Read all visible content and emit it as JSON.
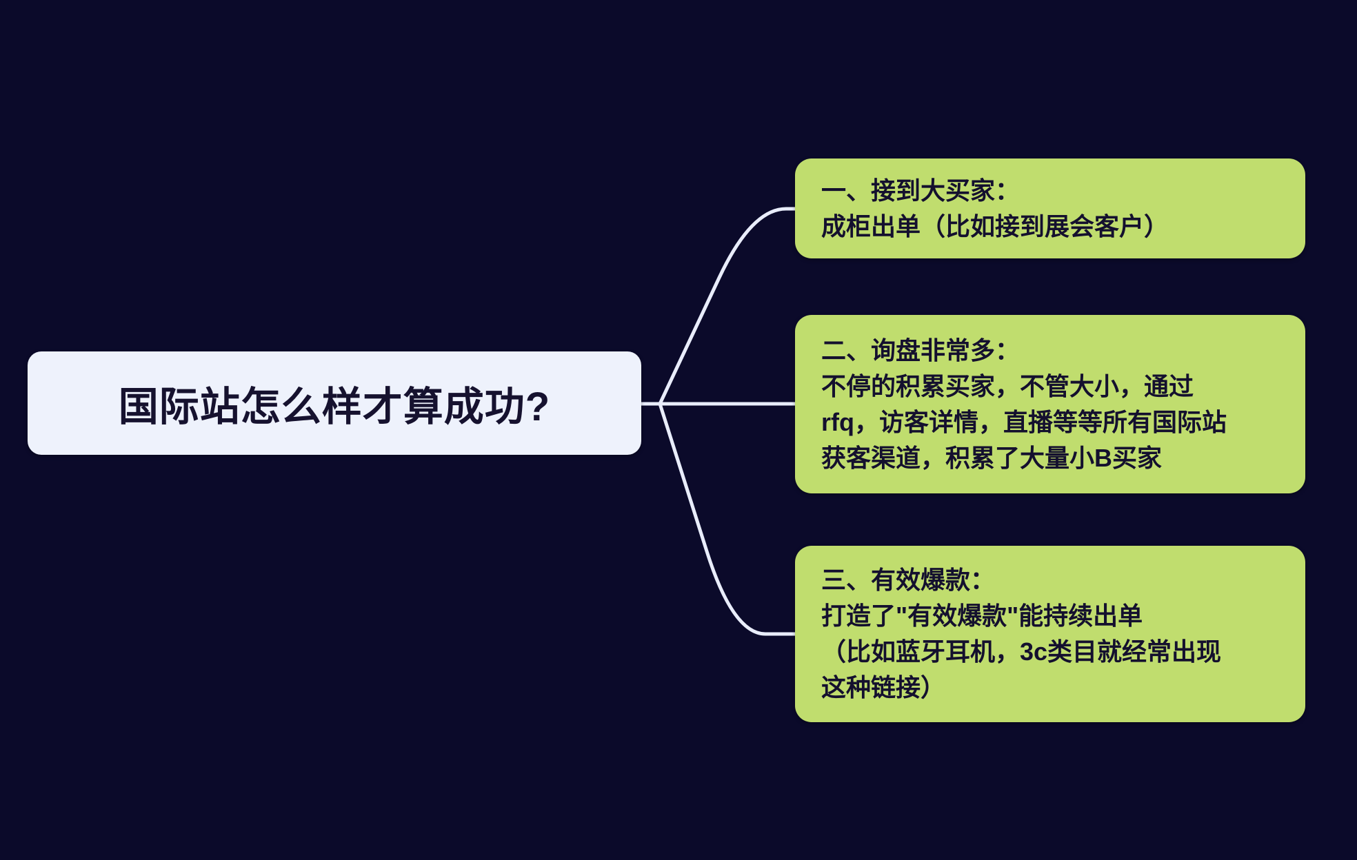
{
  "canvas": {
    "background_color": "#0b0a2a",
    "connector_color": "#e9edfb"
  },
  "root": {
    "label": "国际站怎么样才算成功?",
    "background_color": "#eef2fc",
    "text_color": "#16122f"
  },
  "branch_style": {
    "background_color": "#c0dd6e",
    "text_color": "#14102e"
  },
  "branches": [
    {
      "id": "node-1",
      "lines": [
        "一、接到大买家：",
        "成柜出单（比如接到展会客户）"
      ]
    },
    {
      "id": "node-2",
      "lines": [
        "二、询盘非常多：",
        "不停的积累买家，不管大小，通过",
        "rfq，访客详情，直播等等所有国际站",
        "获客渠道，积累了大量小B买家"
      ]
    },
    {
      "id": "node-3",
      "lines": [
        "三、有效爆款：",
        "打造了\"有效爆款\"能持续出单",
        "（比如蓝牙耳机，3c类目就经常出现",
        "这种链接）"
      ]
    }
  ]
}
